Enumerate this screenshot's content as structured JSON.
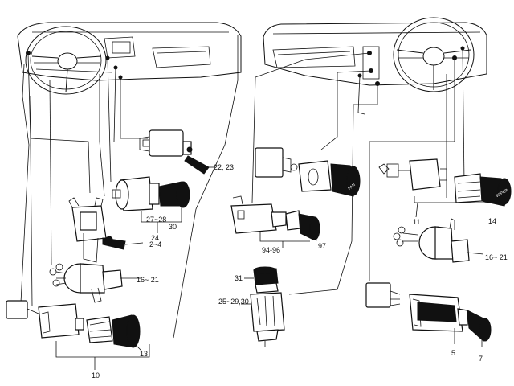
{
  "labels": {
    "l_22_23": "22, 23",
    "l_27_28": "27~28",
    "l_30": "30",
    "l_24": "24",
    "l_2_4": "2~4",
    "l_16_21_left": "16~ 21",
    "l_13": "13",
    "l_10": "10",
    "l_11": "11",
    "l_14": "14",
    "l_16_21_right": "16~ 21",
    "l_94_96": "94-96",
    "l_97": "97",
    "l_31": "31",
    "l_25_29_30": "25~29,30",
    "l_5": "5",
    "l_7": "7"
  },
  "knob_text": {
    "fan": "FAN",
    "wiper": "WIPER"
  },
  "colors": {
    "ink": "#111111",
    "paper": "#ffffff"
  }
}
